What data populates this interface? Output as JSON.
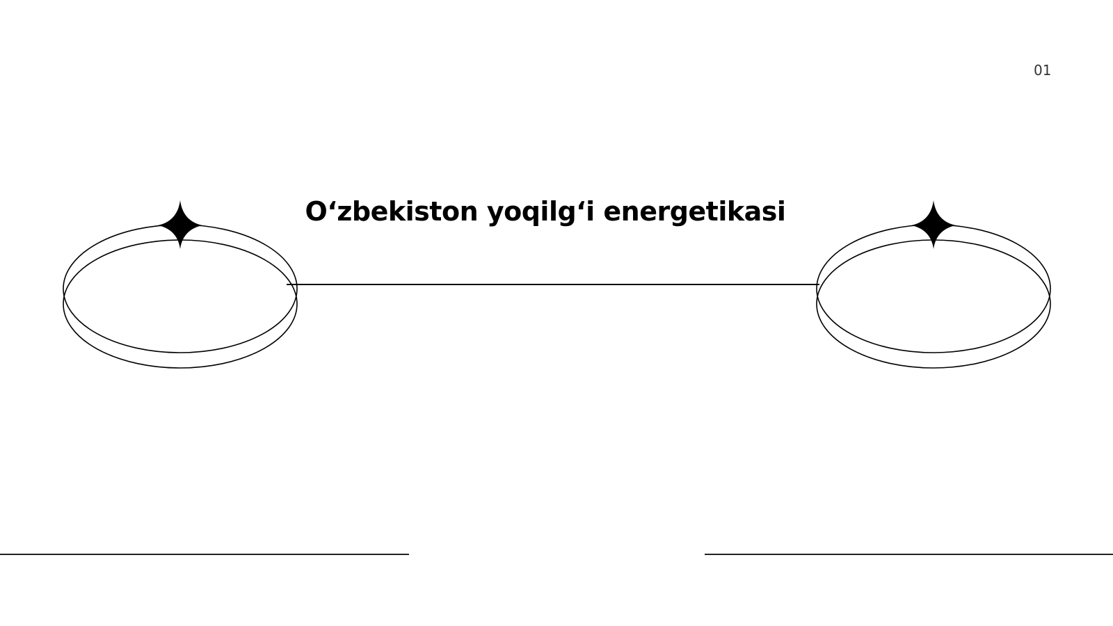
{
  "slide": {
    "title": "O‘zbekiston yoqilg‘i energetikasi",
    "page_number": "01"
  },
  "decorations": {
    "left_emblem": "ellipse-ring-with-star",
    "right_emblem": "ellipse-ring-with-star",
    "connector": "horizontal-line",
    "bottom_lines": 2
  },
  "colors": {
    "background": "#ffffff",
    "ink": "#000000",
    "page_number": "#333333"
  }
}
